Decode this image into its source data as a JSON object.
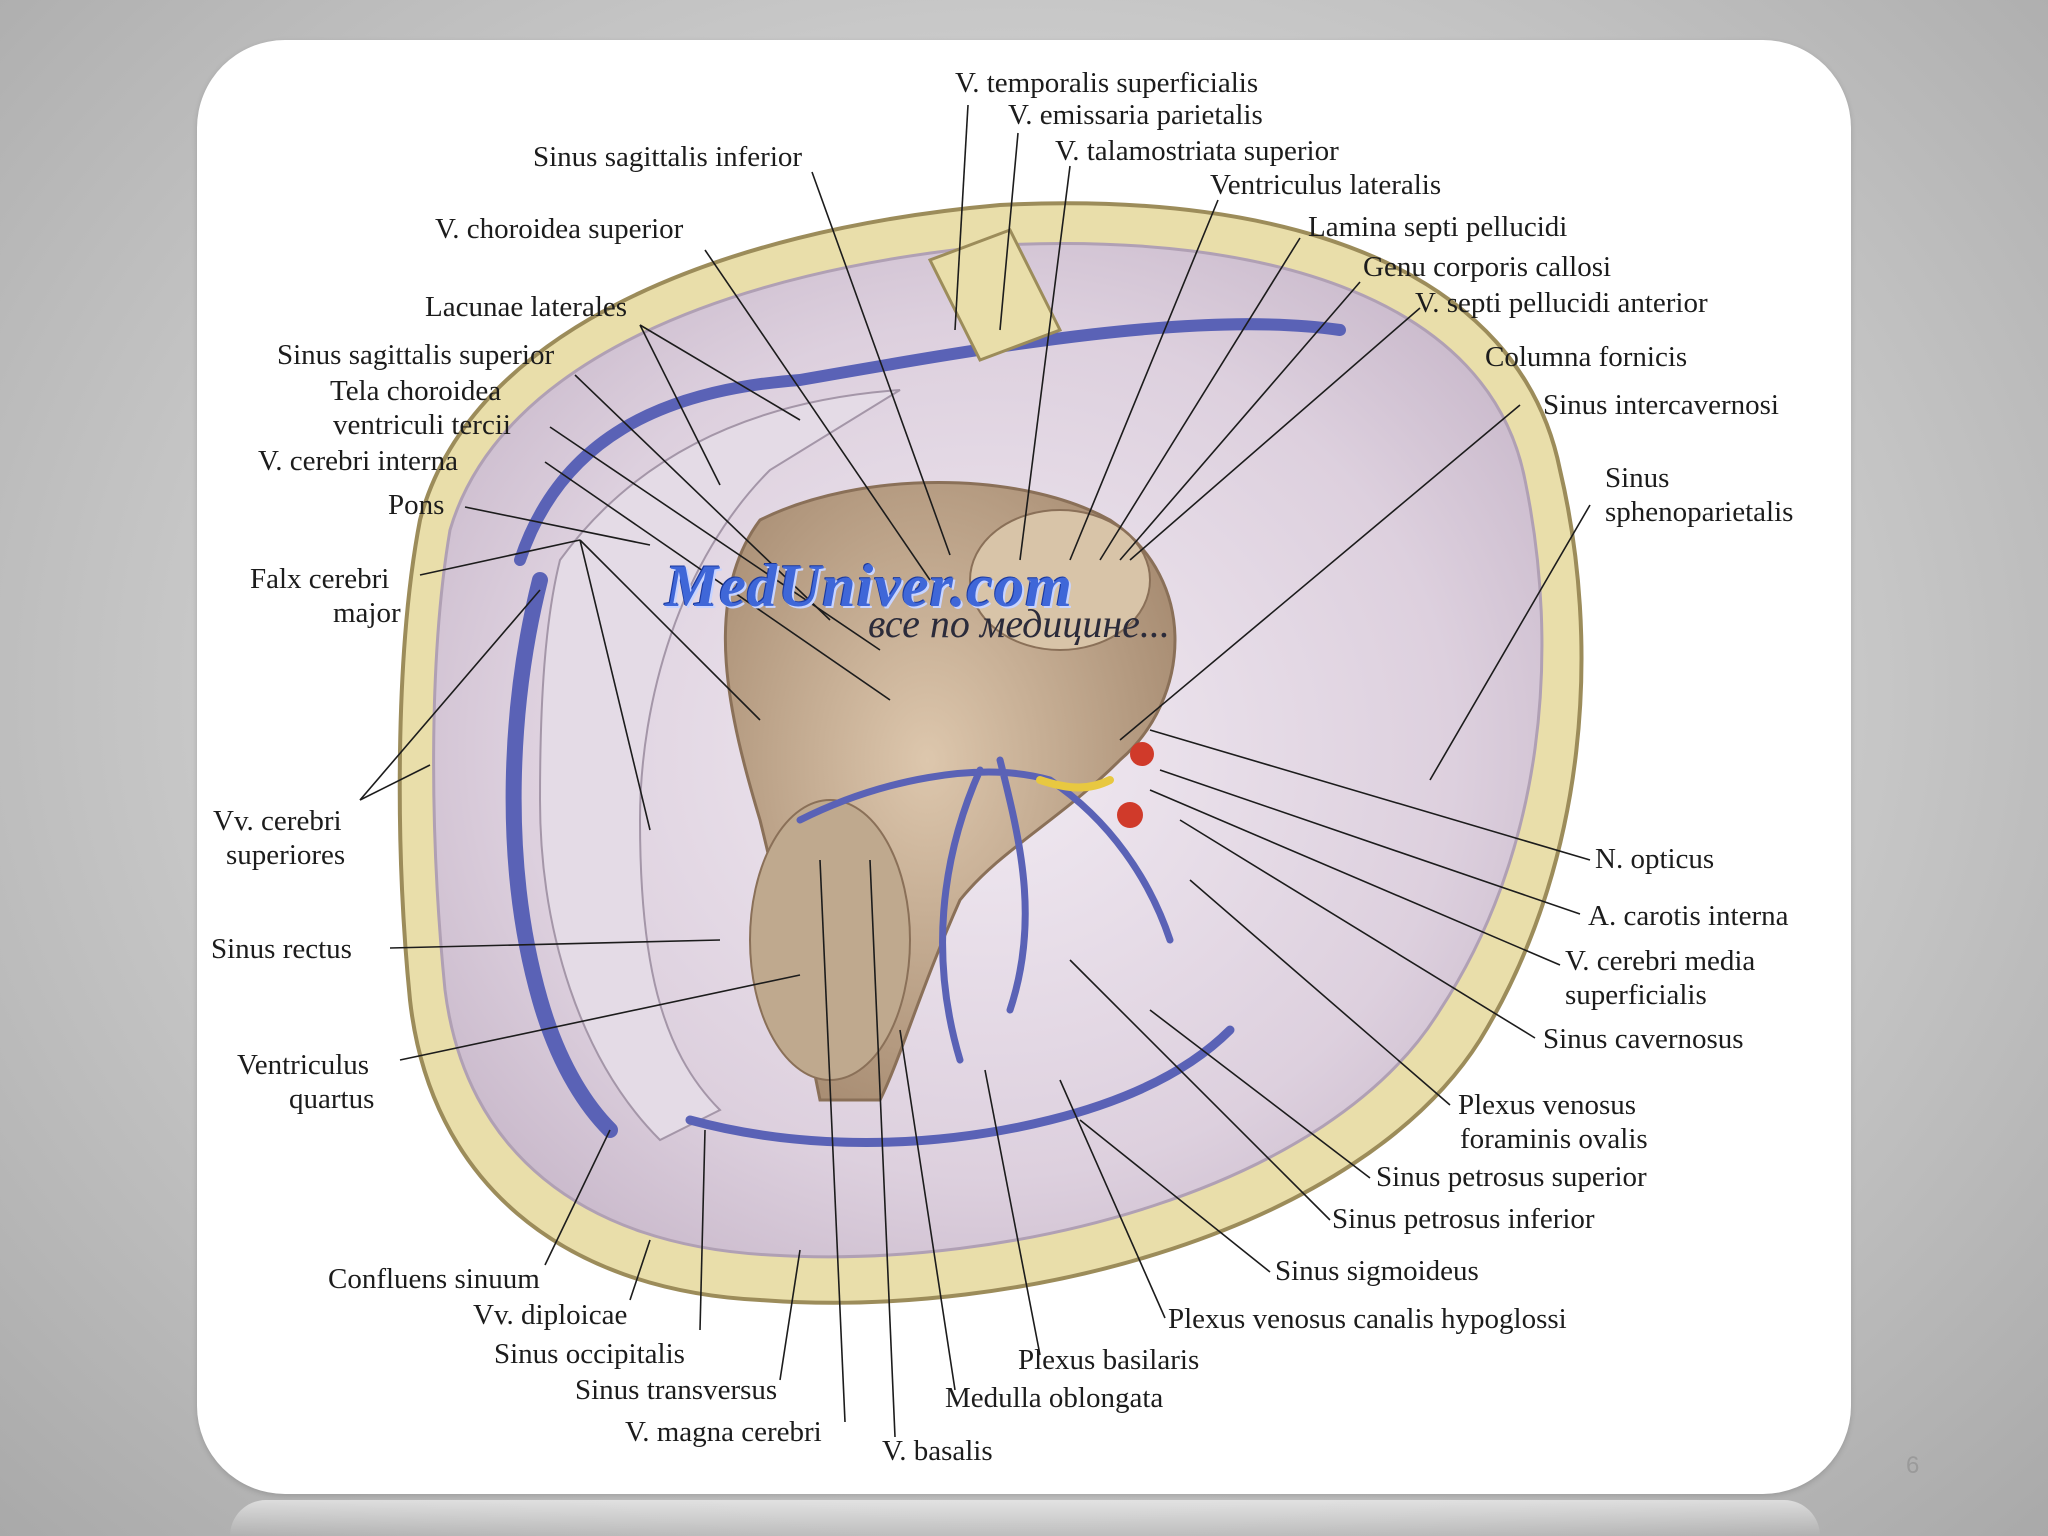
{
  "slide_number": "6",
  "watermark": {
    "main": "MedUniver.com",
    "sub": "все по медицине..."
  },
  "labels": {
    "v_temporalis": "V. temporalis superficialis",
    "v_emissaria": "V. emissaria parietalis",
    "v_talamostriata": "V. talamostriata superior",
    "sinus_sag_inf": "Sinus sagittalis inferior",
    "ventriculus_lat": "Ventriculus lateralis",
    "v_choroidea": "V. choroidea superior",
    "lamina_septi": "Lamina septi pellucidi",
    "genu": "Genu corporis callosi",
    "lacunae": "Lacunae laterales",
    "v_septi": "V. septi pellucidi anterior",
    "sinus_sag_sup": "Sinus sagittalis superior",
    "columna": "Columna fornicis",
    "tela_1": "Tela choroidea",
    "tela_2": "ventriculi tercii",
    "sinus_intercav": "Sinus intercavernosi",
    "v_cerebri_int": "V. cerebri interna",
    "pons": "Pons",
    "sinus_spheno_1": "Sinus",
    "sinus_spheno_2": "sphenoparietalis",
    "falx_1": "Falx cerebri",
    "falx_2": "major",
    "vv_cerebri_1": "Vv. cerebri",
    "vv_cerebri_2": "superiores",
    "n_opticus": "N. opticus",
    "a_carotis": "A. carotis interna",
    "sinus_rectus": "Sinus rectus",
    "v_cerebri_media_1": "V. cerebri media",
    "v_cerebri_media_2": "superficialis",
    "ventriculus_q_1": "Ventriculus",
    "ventriculus_q_2": "quartus",
    "sinus_cavernosus": "Sinus cavernosus",
    "plexus_ovalis_1": "Plexus venosus",
    "plexus_ovalis_2": "foraminis ovalis",
    "sinus_pet_sup": "Sinus petrosus superior",
    "sinus_pet_inf": "Sinus petrosus inferior",
    "confluens": "Confluens sinuum",
    "sinus_sigmoideus": "Sinus sigmoideus",
    "vv_diploicae": "Vv. diploicae",
    "plexus_hypoglossi": "Plexus venosus canalis hypoglossi",
    "sinus_occipitalis": "Sinus occipitalis",
    "plexus_basilaris": "Plexus basilaris",
    "sinus_transversus": "Sinus transversus",
    "medulla": "Medulla oblongata",
    "v_magna": "V. magna cerebri",
    "v_basalis": "V. basalis"
  },
  "colors": {
    "vein_blue": "#5560b8",
    "bone": "#e8dca8",
    "dura": "#ddd2de",
    "brain": "#c9b39a",
    "artery_red": "#d03a2a"
  }
}
